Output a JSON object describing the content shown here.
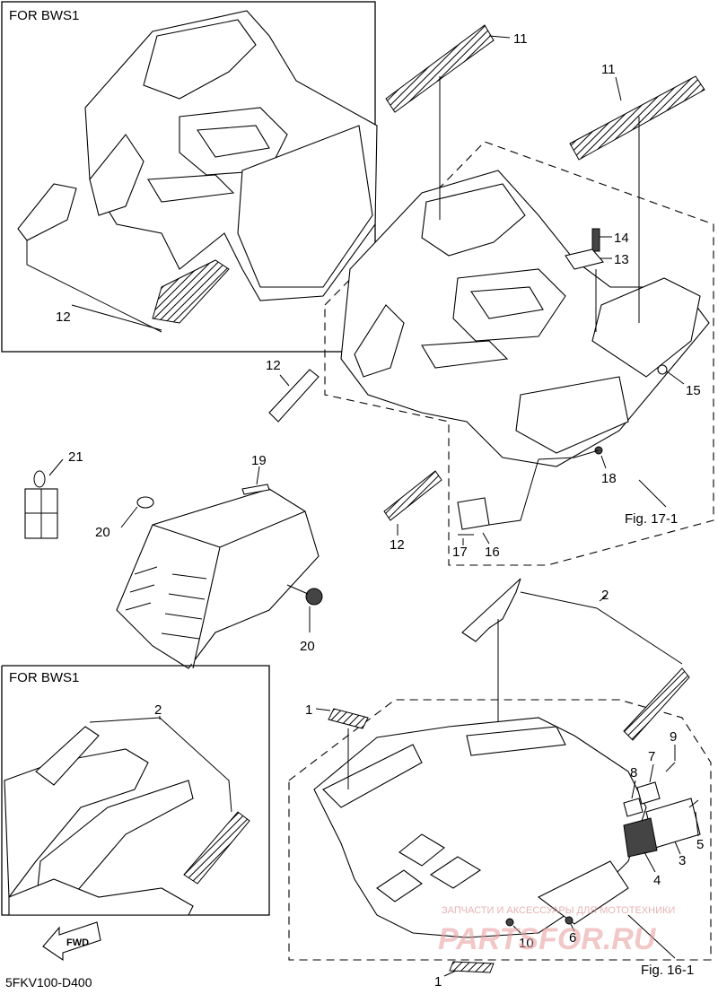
{
  "headers": {
    "top_box": "FOR BWS1",
    "bottom_box": "FOR BWS1"
  },
  "callouts": {
    "c11a": "11",
    "c11b": "11",
    "c12a": "12",
    "c12b": "12",
    "c12c": "12",
    "c13": "13",
    "c14": "14",
    "c15": "15",
    "c16": "16",
    "c17": "17",
    "c18": "18",
    "c19": "19",
    "c20a": "20",
    "c20b": "20",
    "c21": "21",
    "c2a": "2",
    "c2b": "2",
    "c1a": "1",
    "c1b": "1",
    "c3": "3",
    "c4": "4",
    "c5": "5",
    "c6": "6",
    "c7": "7",
    "c8": "8",
    "c9": "9",
    "c10": "10"
  },
  "fig_refs": {
    "rear": "Fig. 17-1",
    "front": "Fig. 16-1"
  },
  "fwd_arrow": "FWD",
  "part_code": "5FKV100-D400",
  "watermark": {
    "small": "ЗАПЧАСТИ И АКСЕССУАРЫ ДЛЯ МОТОТЕХНИКИ",
    "large": "PARTSFOR.RU"
  }
}
